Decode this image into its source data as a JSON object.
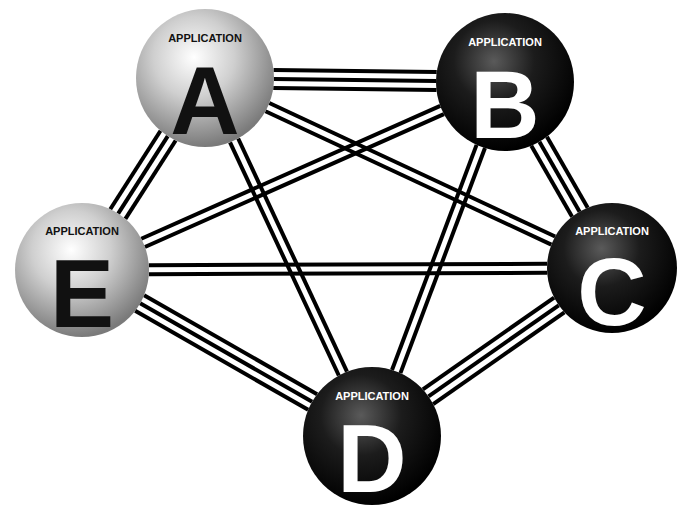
{
  "diagram": {
    "nodes": [
      {
        "text": [
          "APPLICATION",
          "A"
        ]
      },
      {
        "text": [
          "APPLICATION",
          "B"
        ]
      },
      {
        "text": [
          "APPLICATION",
          "E"
        ]
      },
      {
        "text": [
          "APPLICATION",
          "C"
        ]
      },
      {
        "text": [
          "APPLICATION",
          "D"
        ]
      }
    ],
    "edges": [
      {
        "from": 0,
        "to": 1,
        "arrow": "none"
      },
      {
        "from": 0,
        "to": 1,
        "arrow": "none"
      },
      {
        "from": 0,
        "to": 1,
        "arrow": "none"
      },
      {
        "from": 1,
        "to": 3,
        "arrow": "none"
      },
      {
        "from": 1,
        "to": 3,
        "arrow": "none"
      },
      {
        "from": 1,
        "to": 3,
        "arrow": "none"
      },
      {
        "from": 3,
        "to": 4,
        "arrow": "none"
      },
      {
        "from": 3,
        "to": 4,
        "arrow": "none"
      },
      {
        "from": 3,
        "to": 4,
        "arrow": "none"
      },
      {
        "from": 2,
        "to": 4,
        "arrow": "none"
      },
      {
        "from": 2,
        "to": 4,
        "arrow": "none"
      },
      {
        "from": 2,
        "to": 4,
        "arrow": "none"
      },
      {
        "from": 0,
        "to": 2,
        "arrow": "none"
      },
      {
        "from": 0,
        "to": 2,
        "arrow": "none"
      },
      {
        "from": 0,
        "to": 2,
        "arrow": "none"
      },
      {
        "from": 0,
        "to": 3,
        "arrow": "none"
      },
      {
        "from": 0,
        "to": 3,
        "arrow": "none"
      },
      {
        "from": 0,
        "to": 4,
        "arrow": "none"
      },
      {
        "from": 0,
        "to": 4,
        "arrow": "none"
      },
      {
        "from": 1,
        "to": 4,
        "arrow": "none"
      },
      {
        "from": 1,
        "to": 4,
        "arrow": "none"
      },
      {
        "from": 1,
        "to": 2,
        "arrow": "none"
      },
      {
        "from": 1,
        "to": 2,
        "arrow": "none"
      },
      {
        "from": 2,
        "to": 3,
        "arrow": "none"
      },
      {
        "from": 2,
        "to": 3,
        "arrow": "none"
      }
    ]
  }
}
